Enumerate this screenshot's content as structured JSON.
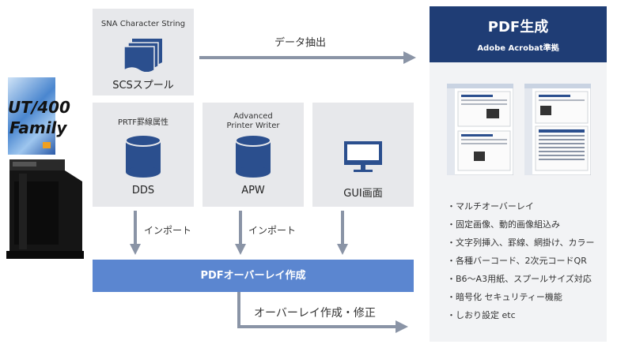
{
  "product": {
    "logo_line1": "UT/400",
    "logo_line2": "Family"
  },
  "boxes": {
    "scs": {
      "sub": "SNA Character String",
      "main": "SCSスプール"
    },
    "dds": {
      "sub": "PRTF罫線属性",
      "main": "DDS"
    },
    "apw": {
      "sub_line1": "Advanced",
      "sub_line2": "Printer Writer",
      "main": "APW"
    },
    "gui": {
      "main": "GUI画面"
    }
  },
  "arrows": {
    "extract": "データ抽出",
    "import1": "インポート",
    "import2": "インポート",
    "edit": "オーバーレイ作成・修正"
  },
  "overlay_bar": "PDFオーバーレイ作成",
  "panel": {
    "title": "PDF生成",
    "subtitle": "Adobe Acrobat準拠",
    "features": [
      "・マルチオーバーレイ",
      "・固定画像、動的画像組込み",
      "・文字列挿入、罫線、網掛け、カラー",
      "・各種バーコード、2次元コードQR",
      "・B6〜A3用紙、スプールサイズ対応",
      "・暗号化 セキュリティー機能",
      "・しおり設定 etc"
    ]
  },
  "colors": {
    "accent": "#1f3d75",
    "bar": "#5b86d0",
    "icon": "#2b4f8e",
    "arrow": "#8a94a6",
    "box": "#e7e8eb"
  }
}
